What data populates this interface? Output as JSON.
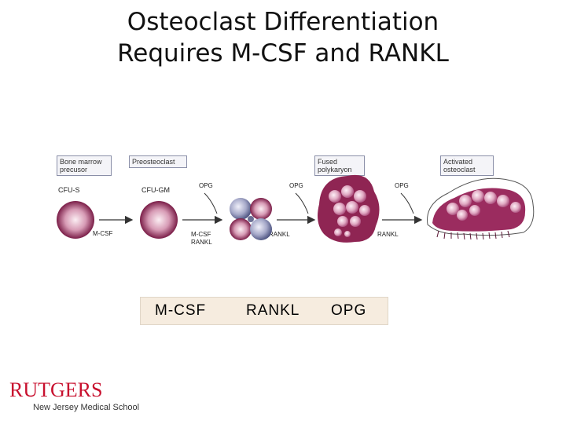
{
  "title": {
    "line1": "Osteoclast Differentiation",
    "line2": "Requires M-CSF and RANKL"
  },
  "diagram": {
    "stages": [
      {
        "label_line1": "Bone marrow",
        "label_line2": "precusor",
        "cell": "CFU-S"
      },
      {
        "label_line1": "Preosteoclast",
        "label_line2": "",
        "cell": "CFU-GM"
      },
      {
        "label_line1": "Fused",
        "label_line2": "polykaryon",
        "cell": ""
      },
      {
        "label_line1": "Activated",
        "label_line2": "osteoclast",
        "cell": ""
      }
    ],
    "factors": {
      "mcsf_1": "M-CSF",
      "opg_1": "OPG",
      "mcsf_2": "M-CSF",
      "rankl_1": "RANKL",
      "opg_2": "OPG",
      "rankl_2": "RANKL",
      "opg_3": "OPG",
      "rankl_3": "RANKL"
    }
  },
  "legend": {
    "mcsf": "M-CSF",
    "rankl": "RANKL",
    "opg": "OPG"
  },
  "logo": {
    "main": "RUTGERS",
    "sub": "New Jersey Medical School"
  },
  "colors": {
    "logo_red": "#c8102e",
    "cell_magenta": "#9b2c5f",
    "legend_bg": "#f6ecdf"
  }
}
